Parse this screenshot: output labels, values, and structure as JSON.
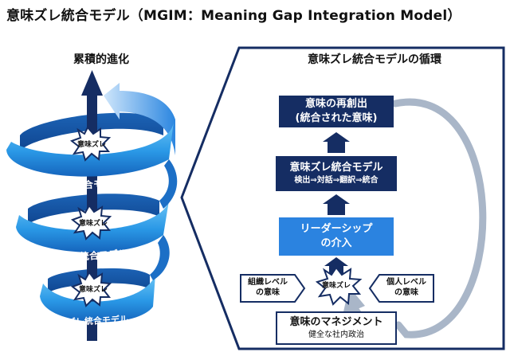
{
  "title": "意味ズレ統合モデル（MGIM：Meaning Gap Integration Model）",
  "left": {
    "heading": "累積的進化",
    "burst_label": "意味ズレ",
    "ribbon_label": "意味ズレ統合モデル"
  },
  "cycle": {
    "heading": "意味ズレ統合モデルの循環",
    "recreation": {
      "line1": "意味の再創出",
      "line2": "(統合された意味)"
    },
    "integration": {
      "line1": "意味ズレ統合モデル",
      "line2": "検出⇒対話⇒翻訳⇒統合"
    },
    "leadership": {
      "line1": "リーダーシップ",
      "line2": "の介入"
    },
    "org_level": {
      "line1": "組織レベル",
      "line2": "の意味"
    },
    "personal_level": {
      "line1": "個人レベル",
      "line2": "の意味"
    },
    "burst_label": "意味ズレ",
    "management": {
      "line1": "意味のマネジメント",
      "line2": "健全な社内政治"
    }
  },
  "colors": {
    "navy": "#152d63",
    "blue": "#2b83e0",
    "ribbon": "#39a6ec",
    "ribbon_dark": "#1866b8",
    "loop": "#a9b6c8"
  }
}
